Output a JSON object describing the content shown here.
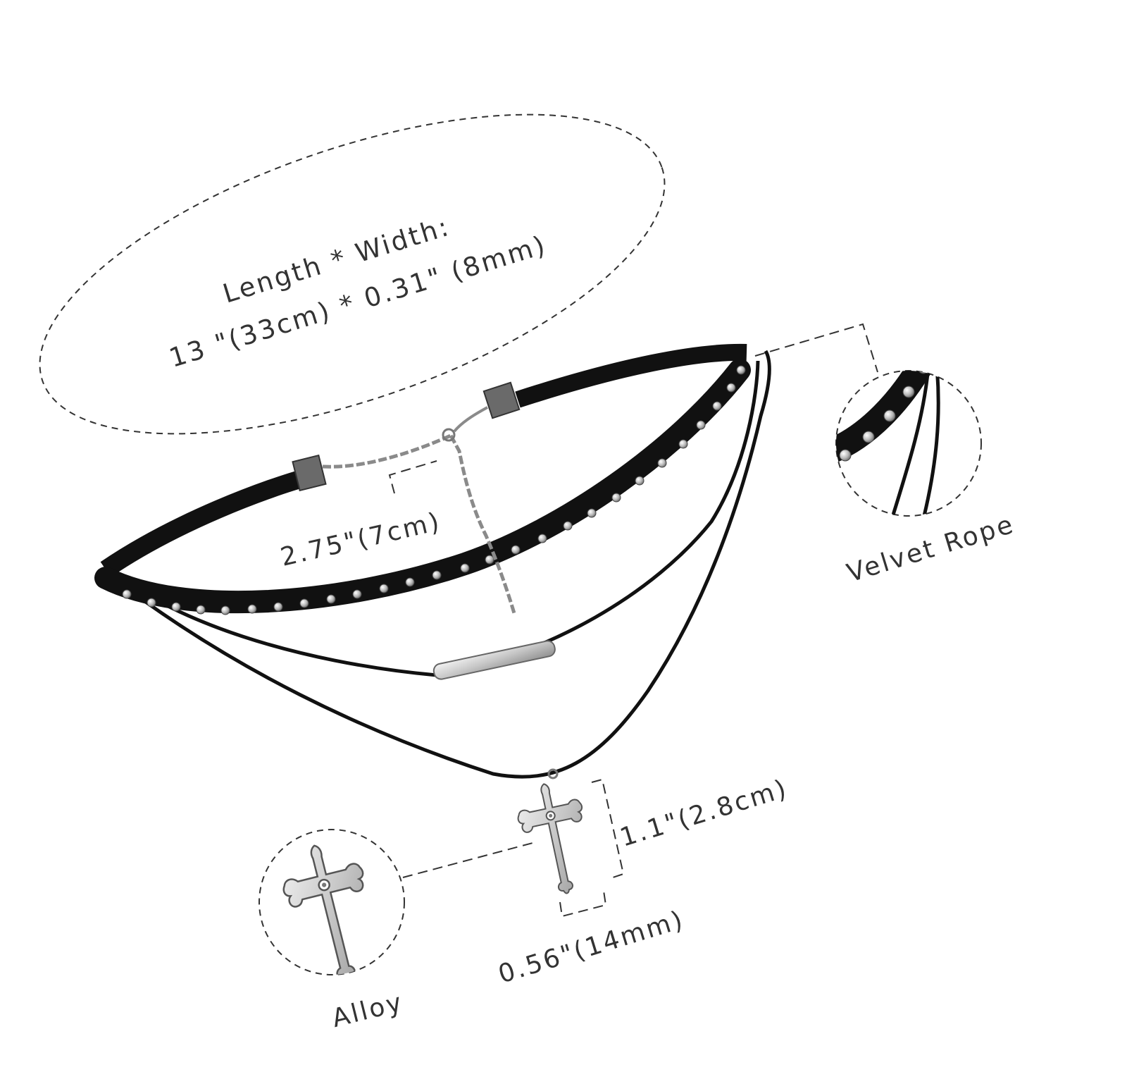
{
  "colors": {
    "band": "#111111",
    "metal": "#c8c8c8",
    "text": "#333333"
  },
  "spec": {
    "line1": "Length * Width:",
    "line2": "13 \"(33cm) * 0.31\" (8mm)"
  },
  "extender_label": "2.75\"(7cm)",
  "material_rope_label": "Velvet Rope",
  "pendant_height_label": "1.1\"(2.8cm)",
  "pendant_width_label": "0.56\"(14mm)",
  "material_alloy_label": "Alloy",
  "icons": [
    "choker-necklace-illustration",
    "cross-pendant-icon",
    "studded-band-detail-icon"
  ]
}
